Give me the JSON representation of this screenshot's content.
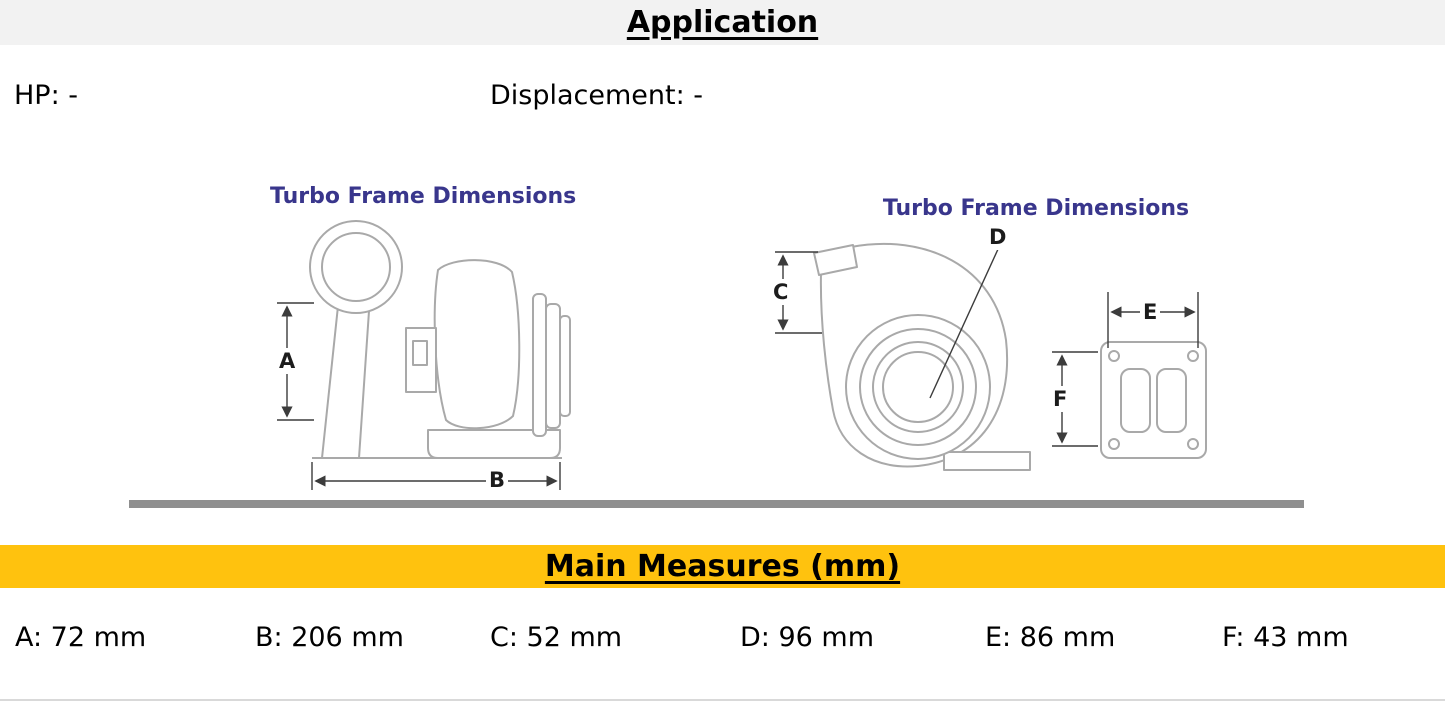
{
  "header": {
    "title": "Application"
  },
  "specs": {
    "hp": "HP: -",
    "displacement": "Displacement: -"
  },
  "diagrams": {
    "left": {
      "title": "Turbo Frame Dimensions",
      "labels": {
        "A": "A",
        "B": "B"
      }
    },
    "right": {
      "title": "Turbo Frame Dimensions",
      "labels": {
        "C": "C",
        "D": "D",
        "E": "E",
        "F": "F"
      }
    }
  },
  "measures": {
    "title": "Main Measures (mm)",
    "items": [
      {
        "text": "A: 72 mm"
      },
      {
        "text": "B: 206 mm"
      },
      {
        "text": "C: 52 mm"
      },
      {
        "text": "D: 96 mm"
      },
      {
        "text": "E: 86 mm"
      },
      {
        "text": "F: 43 mm"
      }
    ]
  },
  "colors": {
    "band_yellow": "#ffc20e",
    "diagram_title_purple": "#39368c",
    "drawing_gray": "#a9a9a9",
    "baseline_gray": "#8f8f8f"
  }
}
